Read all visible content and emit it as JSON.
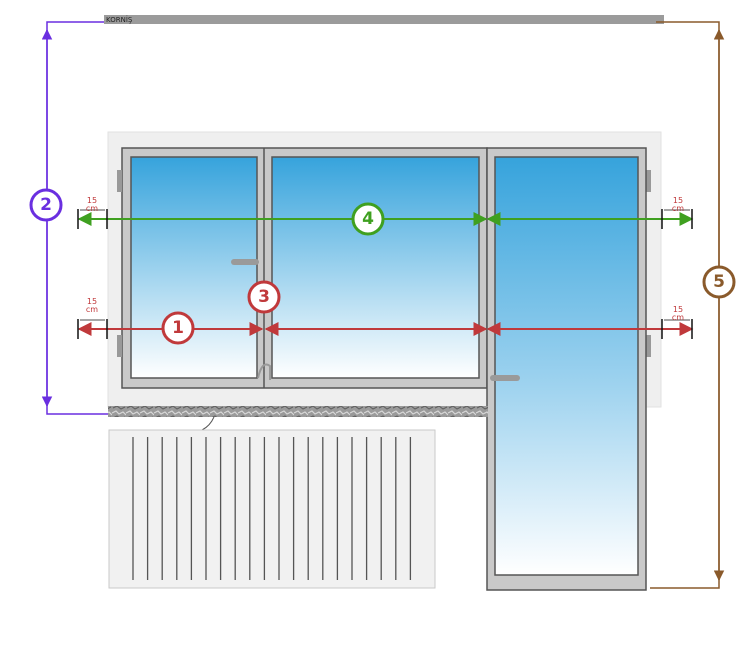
{
  "rail": {
    "label": "KORNİŞ"
  },
  "measurements": [
    {
      "id": "m1",
      "number": "1",
      "color": "#c0393b"
    },
    {
      "id": "m2",
      "number": "2",
      "color": "#6a2fe0"
    },
    {
      "id": "m3",
      "number": "3",
      "color": "#c0393b"
    },
    {
      "id": "m4",
      "number": "4",
      "color": "#3fa020"
    },
    {
      "id": "m5",
      "number": "5",
      "color": "#8a5a2b"
    }
  ],
  "offsets": {
    "value": "15",
    "unit": "cm"
  },
  "colors": {
    "red": "#c0393b",
    "purple": "#6a2fe0",
    "green": "#3fa020",
    "brown": "#8a5a2b",
    "frame": "#555555",
    "glass_top": "#36a3dc",
    "glass_bottom": "#ffffff"
  }
}
